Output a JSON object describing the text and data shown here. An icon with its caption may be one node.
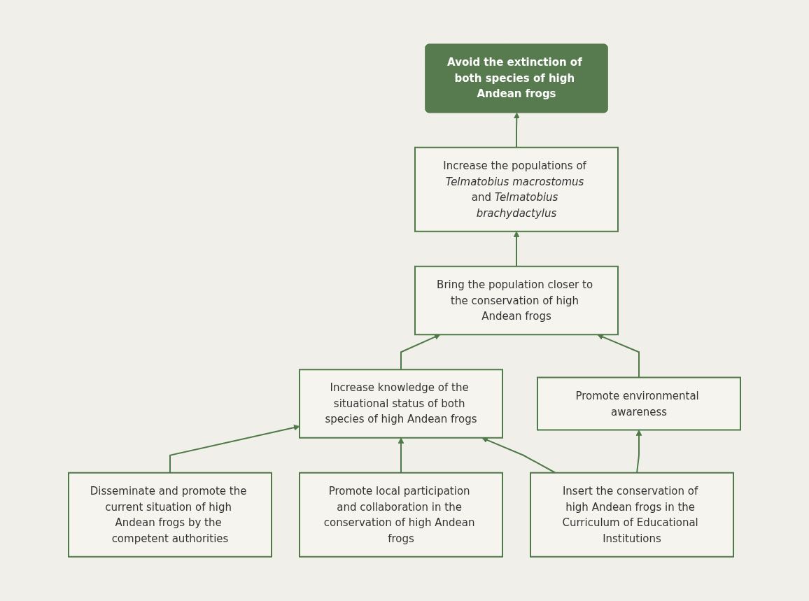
{
  "diagram": {
    "nodes": [
      {
        "text": [
          "Avoid the extinction of both species of high Andean frogs"
        ]
      },
      {
        "text": [
          "Increase the populations of *Telmatobius macrostomus* and *Telmatobius brachydactylus*"
        ]
      },
      {
        "text": [
          "Bring the population closer to the conservation of high Andean frogs"
        ]
      },
      {
        "text": [
          "Increase knowledge of the situational status of both species of high Andean frogs"
        ]
      },
      {
        "text": [
          "Promote environmental awareness"
        ]
      },
      {
        "text": [
          "Disseminate and promote the current situation of high Andean frogs by the competent authorities"
        ]
      },
      {
        "text": [
          "Promote local participation and collaboration in the conservation of high Andean frogs"
        ]
      },
      {
        "text": [
          "Insert the conservation of high Andean frogs in the Curriculum of Educational Institutions"
        ]
      }
    ],
    "edges": [
      {
        "from": 1,
        "to": 0,
        "arrow": "to"
      },
      {
        "from": 2,
        "to": 1,
        "arrow": "to"
      },
      {
        "from": 3,
        "to": 2,
        "arrow": "to"
      },
      {
        "from": 4,
        "to": 2,
        "arrow": "to"
      },
      {
        "from": 5,
        "to": 3,
        "arrow": "to"
      },
      {
        "from": 6,
        "to": 3,
        "arrow": "to"
      },
      {
        "from": 7,
        "to": 3,
        "arrow": "to"
      },
      {
        "from": 7,
        "to": 4,
        "arrow": "to"
      }
    ]
  }
}
